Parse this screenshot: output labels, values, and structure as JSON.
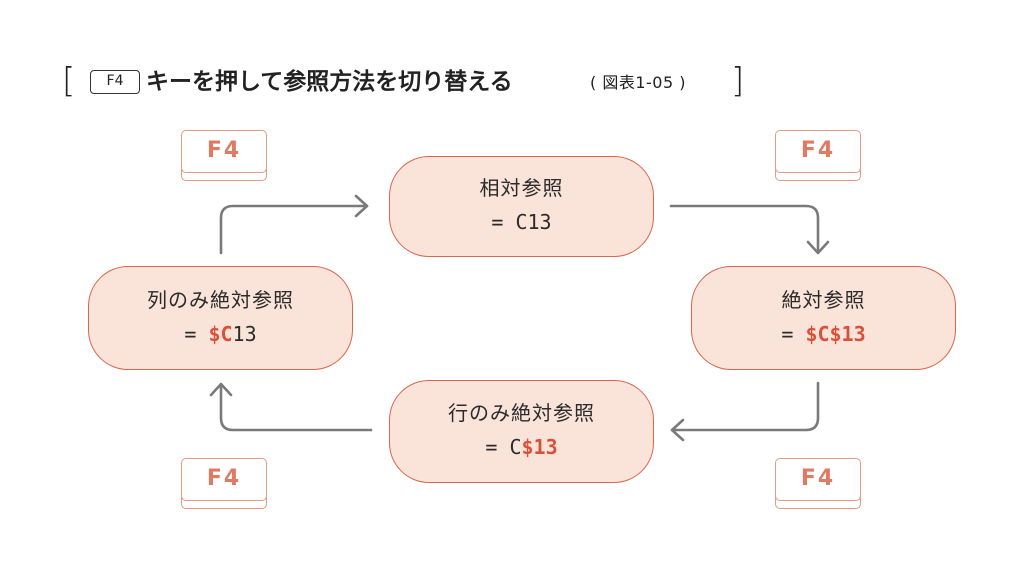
{
  "title": {
    "key_label": "F4",
    "text": "キーを押して参照方法を切り替える",
    "figure_ref": "( 図表1-05 )",
    "bracket_left": "[",
    "bracket_right": "]"
  },
  "nodes": {
    "relative": {
      "label": "相対参照",
      "prefix": "= C13",
      "ref_plain": "",
      "ref_hl": "",
      "ref_tail": ""
    },
    "absolute": {
      "label": "絶対参照",
      "prefix": "= ",
      "ref_plain": "",
      "ref_hl": "$C$13",
      "ref_tail": ""
    },
    "row_only": {
      "label": "行のみ絶対参照",
      "prefix": "= C",
      "ref_plain": "",
      "ref_hl": "$13",
      "ref_tail": ""
    },
    "col_only": {
      "label": "列のみ絶対参照",
      "prefix": "= ",
      "ref_plain": "",
      "ref_hl": "$C",
      "ref_tail": "13"
    }
  },
  "keys": {
    "top_left": "F4",
    "top_right": "F4",
    "bottom_left": "F4",
    "bottom_right": "F4"
  },
  "colors": {
    "node_fill": "#fae3d8",
    "node_border": "#d9664e",
    "highlight": "#d9513a",
    "key_border": "#e39a84",
    "key_text": "#e07a62",
    "arrow": "#7a7a7a"
  },
  "flow": [
    "relative -> absolute",
    "absolute -> row_only",
    "row_only -> col_only",
    "col_only -> relative"
  ]
}
